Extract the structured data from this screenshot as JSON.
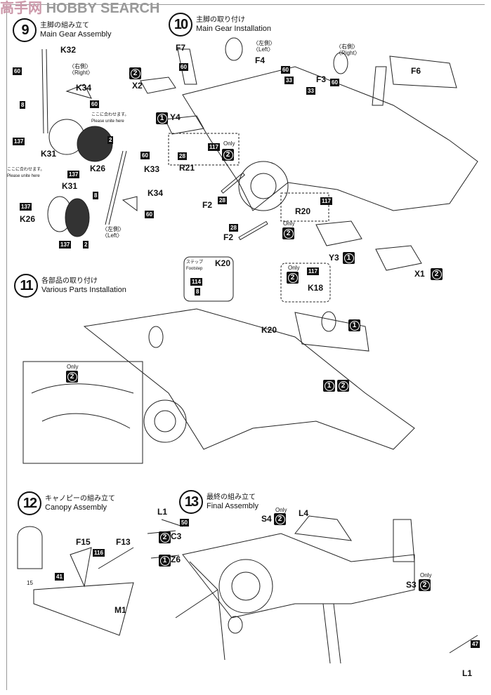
{
  "watermark": {
    "text": "HOBBY SEARCH",
    "cn": "高手网"
  },
  "steps": [
    {
      "num": "9",
      "jp": "主脚の組み立て",
      "en": "Main Gear Assembly"
    },
    {
      "num": "10",
      "jp": "主脚の取り付け",
      "en": "Main Gear Installation"
    },
    {
      "num": "11",
      "jp": "各部品の取り付け",
      "en": "Various Parts Installation"
    },
    {
      "num": "12",
      "jp": "キャノピーの組み立て",
      "en": "Canopy Assembly"
    },
    {
      "num": "13",
      "jp": "最終の組み立て",
      "en": "Final Assembly"
    }
  ],
  "parts": [
    "K32",
    "K34",
    "K31",
    "K26",
    "K33",
    "K31",
    "K34",
    "K26",
    "F7",
    "F4",
    "F6",
    "F3",
    "X2",
    "Y4",
    "R21",
    "F2",
    "R20",
    "F2",
    "Y3",
    "X1",
    "K20",
    "K18",
    "K20",
    "F15",
    "F13",
    "M1",
    "L1",
    "C3",
    "Z6",
    "S4",
    "L4",
    "S3",
    "L1"
  ],
  "numbers": [
    "60",
    "8",
    "60",
    "137",
    "2",
    "137",
    "60",
    "8",
    "137",
    "60",
    "137",
    "2",
    "60",
    "60",
    "33",
    "60",
    "33",
    "28",
    "117",
    "28",
    "117",
    "28",
    "114",
    "8",
    "117",
    "116",
    "41",
    "15",
    "50",
    "47"
  ],
  "notes": {
    "right_jp": "〈右側〉",
    "right_en": "〈Right〉",
    "left_jp": "〈左側〉",
    "left_en": "〈Left〉",
    "unite_jp": "ここに合わせます。",
    "unite_en": "Please unite here",
    "only": "Only",
    "footstep_jp": "ステップ",
    "footstep_en": "Footstep"
  },
  "option_marks": {
    "two": "2",
    "one": "1"
  }
}
